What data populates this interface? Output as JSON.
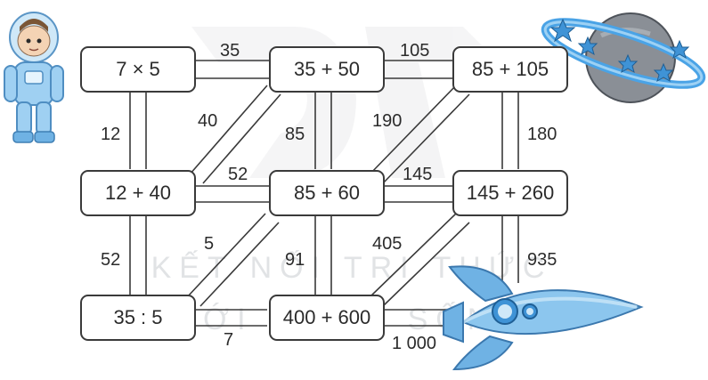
{
  "boxes": [
    {
      "id": "b1",
      "expr": "7 × 5"
    },
    {
      "id": "b2",
      "expr": "35 + 50"
    },
    {
      "id": "b3",
      "expr": "85 + 105"
    },
    {
      "id": "b4",
      "expr": "12 + 40"
    },
    {
      "id": "b5",
      "expr": "85 + 60"
    },
    {
      "id": "b6",
      "expr": "145 + 260"
    },
    {
      "id": "b7",
      "expr": "35 : 5"
    },
    {
      "id": "b8",
      "expr": "400 + 600"
    }
  ],
  "path_labels": {
    "b1_b2": "35",
    "b2_b3": "105",
    "b1_b4": "12",
    "b4_b2": "40",
    "b2_b5": "85",
    "b5_b3": "190",
    "b3_b6": "180",
    "b4_b5": "52",
    "b5_b6": "145",
    "b4_b7": "52",
    "b7_b5": "5",
    "b5_b8": "91",
    "b8_b6": "405",
    "b6_finish": "935",
    "b7_b8": "7",
    "b8_finish": "1 000"
  },
  "watermark": {
    "line1": "KẾT NỐI TRI THỨC",
    "line2": "VỚI CUỘC SỐNG"
  },
  "colors": {
    "frame": "#3a3a3a",
    "text": "#2b2b2b",
    "rocket": "#8cc6ee",
    "planet": "#8a8f96",
    "ring": "#4aa3e6",
    "astronaut": "#9fd0f2"
  },
  "icons": [
    "astronaut-icon",
    "planet-icon",
    "rocket-icon"
  ]
}
